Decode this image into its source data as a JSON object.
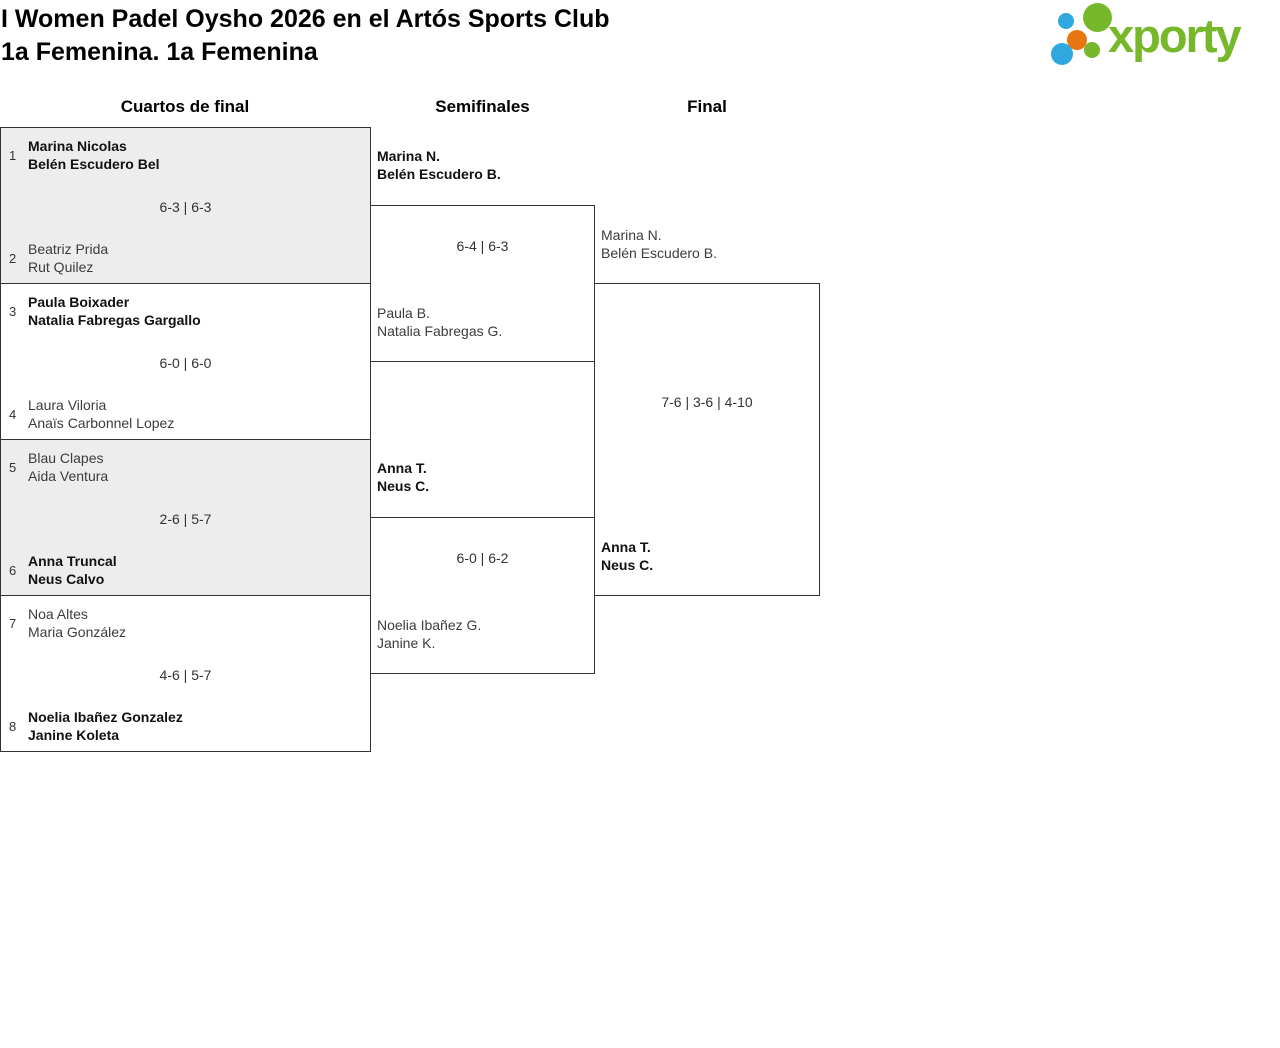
{
  "title": {
    "line1": "I Women Padel Oysho 2026 en el Artós Sports Club",
    "line2": "1a Femenina. 1a Femenina"
  },
  "logo": {
    "text": "xporty",
    "colors": {
      "green": "#76b82a",
      "blue": "#2fa8e0",
      "orange": "#e8750f"
    }
  },
  "round_headers": {
    "quarterfinals": "Cuartos de final",
    "semifinals": "Semifinales",
    "final": "Final"
  },
  "quarterfinals": [
    {
      "seed_top": "1",
      "top_name1": "Marina Nicolas",
      "top_name2": "Belén Escudero Bel",
      "top_winner": true,
      "score": "6-3 | 6-3",
      "seed_bottom": "2",
      "bottom_name1": "Beatriz Prida",
      "bottom_name2": "Rut Quilez",
      "bottom_winner": false
    },
    {
      "seed_top": "3",
      "top_name1": "Paula Boixader",
      "top_name2": "Natalia Fabregas Gargallo",
      "top_winner": true,
      "score": "6-0 | 6-0",
      "seed_bottom": "4",
      "bottom_name1": "Laura Viloria",
      "bottom_name2": "Anaïs Carbonnel Lopez",
      "bottom_winner": false
    },
    {
      "seed_top": "5",
      "top_name1": "Blau Clapes",
      "top_name2": "Aida Ventura",
      "top_winner": false,
      "score": "2-6 | 5-7",
      "seed_bottom": "6",
      "bottom_name1": "Anna Truncal",
      "bottom_name2": "Neus Calvo",
      "bottom_winner": true
    },
    {
      "seed_top": "7",
      "top_name1": "Noa Altes",
      "top_name2": "Maria González",
      "top_winner": false,
      "score": "4-6 | 5-7",
      "seed_bottom": "8",
      "bottom_name1": "Noelia Ibañez Gonzalez",
      "bottom_name2": "Janine Koleta",
      "bottom_winner": true
    }
  ],
  "semifinals": [
    {
      "top_name1": "Marina N.",
      "top_name2": "Belén Escudero B.",
      "top_winner": true,
      "score": "6-4 | 6-3",
      "bottom_name1": "Paula B.",
      "bottom_name2": "Natalia Fabregas G.",
      "bottom_winner": false
    },
    {
      "top_name1": "Anna T.",
      "top_name2": "Neus C.",
      "top_winner": true,
      "score": "6-0 | 6-2",
      "bottom_name1": "Noelia Ibañez G.",
      "bottom_name2": "Janine K.",
      "bottom_winner": false
    }
  ],
  "final": {
    "top_name1": "Marina N.",
    "top_name2": "Belén Escudero B.",
    "top_winner": false,
    "score": "7-6 | 3-6 | 4-10",
    "bottom_name1": "Anna T.",
    "bottom_name2": "Neus C.",
    "bottom_winner": true
  }
}
